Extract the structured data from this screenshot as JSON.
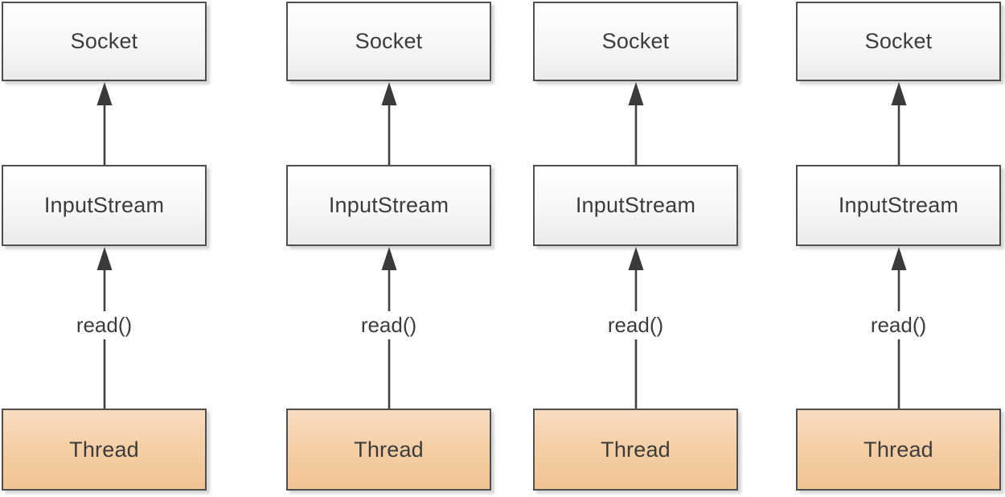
{
  "diagram": {
    "columns": [
      {
        "socket_label": "Socket",
        "inputstream_label": "InputStream",
        "read_label": "read()",
        "thread_label": "Thread"
      },
      {
        "socket_label": "Socket",
        "inputstream_label": "InputStream",
        "read_label": "read()",
        "thread_label": "Thread"
      },
      {
        "socket_label": "Socket",
        "inputstream_label": "InputStream",
        "read_label": "read()",
        "thread_label": "Thread"
      },
      {
        "socket_label": "Socket",
        "inputstream_label": "InputStream",
        "read_label": "read()",
        "thread_label": "Thread"
      }
    ],
    "colors": {
      "background": "#ffffff",
      "box_border": "#4f4f4f",
      "box_fill_top": "#ffffff",
      "box_fill_bottom": "#ebebeb",
      "thread_fill_top": "#f9ddc2",
      "thread_fill_bottom": "#f1c494",
      "arrow": "#404040",
      "text": "#3c3c3c"
    }
  }
}
